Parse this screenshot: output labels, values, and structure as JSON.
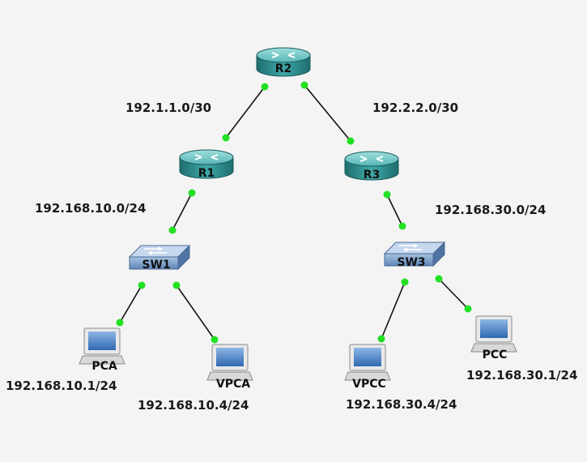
{
  "networks": {
    "r2_r1": "192.1.1.0/30",
    "r2_r3": "192.2.2.0/30",
    "r1_lan": "192.168.10.0/24",
    "r3_lan": "192.168.30.0/24"
  },
  "devices": {
    "r2": {
      "name": "R2"
    },
    "r1": {
      "name": "R1"
    },
    "r3": {
      "name": "R3"
    },
    "sw1": {
      "name": "SW1"
    },
    "sw3": {
      "name": "SW3"
    },
    "pca": {
      "name": "PCA",
      "ip": "192.168.10.1/24"
    },
    "vpca": {
      "name": "VPCA",
      "ip": "192.168.10.4/24"
    },
    "vpcc": {
      "name": "VPCC",
      "ip": "192.168.30.4/24"
    },
    "pcc": {
      "name": "PCC",
      "ip": "192.168.30.1/24"
    }
  },
  "colors": {
    "router": "#3a9c9c",
    "switch": "#7d9ec8",
    "port": "#22e022",
    "link": "#111111"
  }
}
